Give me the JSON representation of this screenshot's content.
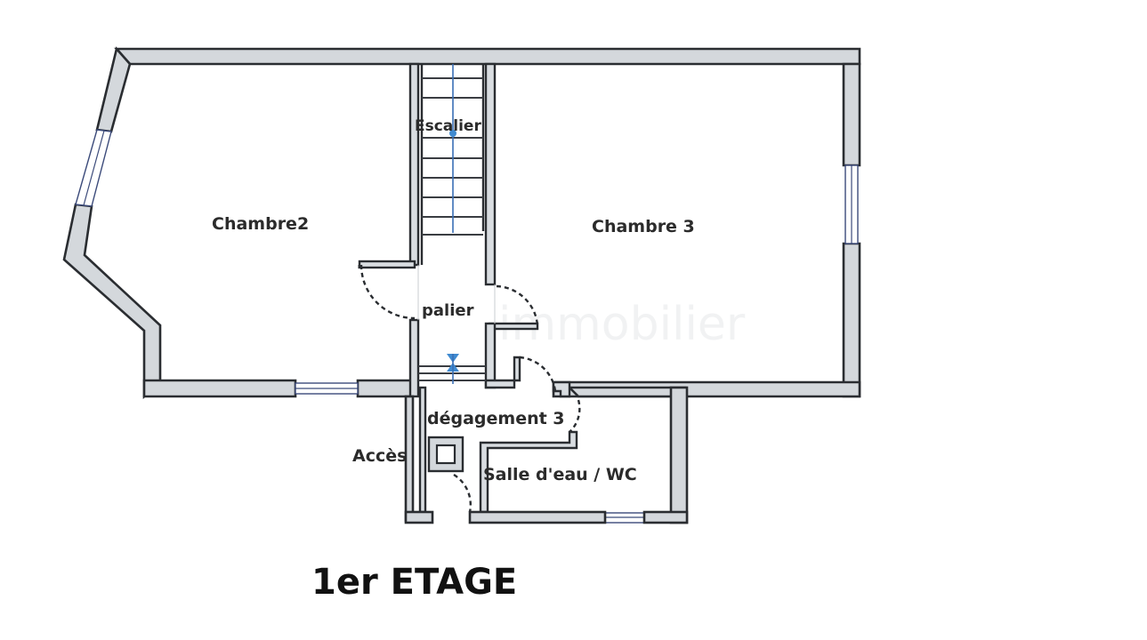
{
  "plan": {
    "title": "1er ETAGE",
    "watermark": "immobilier",
    "background_color": "#ffffff",
    "wall_fill_color": "#d4d8dc",
    "wall_stroke_color": "#2a2d31",
    "window_color": "#3b4a7a",
    "stair_arrow_color": "#3f8ad0"
  },
  "rooms": [
    {
      "id": "chambre2",
      "label": "Chambre2"
    },
    {
      "id": "escalier",
      "label": "Escalier"
    },
    {
      "id": "chambre3",
      "label": "Chambre 3"
    },
    {
      "id": "palier",
      "label": "palier"
    },
    {
      "id": "degagement3",
      "label": "dégagement 3"
    },
    {
      "id": "acces",
      "label": "Accès"
    },
    {
      "id": "salle-eau-wc",
      "label": "Salle d'eau / WC"
    }
  ]
}
